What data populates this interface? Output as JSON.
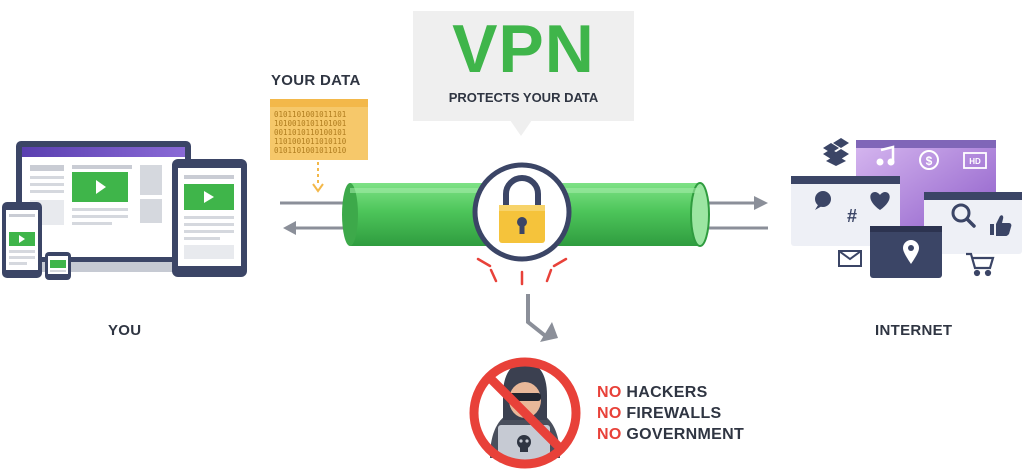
{
  "vpn": {
    "title": "VPN",
    "subtitle": "PROTECTS YOUR DATA"
  },
  "labels": {
    "your_data": "YOUR DATA",
    "you": "YOU",
    "internet": "INTERNET"
  },
  "data_file": {
    "binary_lines": [
      "0101101001011101",
      "1010010101101001",
      "0011010110100101",
      "1101001011010110",
      "0101101001011010"
    ]
  },
  "threats": {
    "prefix": "NO",
    "items": [
      "HACKERS",
      "FIREWALLS",
      "GOVERNMENT"
    ]
  },
  "colors": {
    "accent_green": "#3fb54a",
    "tunnel_green": "#4dc55a",
    "lock_yellow": "#f5c33b",
    "danger_red": "#e84139",
    "dark_text": "#2f3542",
    "navy": "#3b4566",
    "purple": "#6a4fb8",
    "arrow_gray": "#8b8f99"
  },
  "icons": [
    "laptop-icon",
    "tablet-icon",
    "phone-icon",
    "padlock-icon",
    "hacker-icon",
    "skull-icon",
    "no-sign-icon",
    "music-note-icon",
    "dollar-icon",
    "hd-video-icon",
    "chat-bubble-icon",
    "heart-icon",
    "hashtag-icon",
    "search-icon",
    "thumbs-up-icon",
    "location-pin-icon",
    "mail-icon",
    "shopping-cart-icon",
    "dropbox-icon"
  ]
}
